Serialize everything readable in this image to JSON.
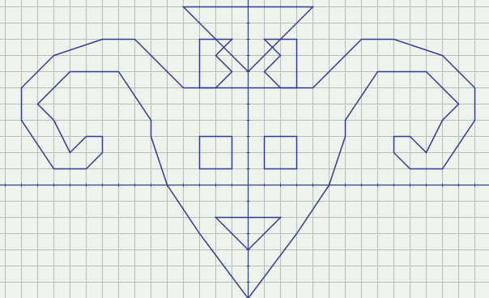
{
  "figure": {
    "background": "#eef3ec",
    "grid_color": "#b7beb9",
    "axis_color": "#2e3f86",
    "shape_color": "#333a96",
    "grid": true
  },
  "grid_units": {
    "x_range": [
      -15,
      15
    ],
    "y_range": [
      -7,
      11
    ],
    "tick_step": 1
  },
  "shapes": [
    {
      "name": "top-triangle",
      "points": [
        [
          -4,
          11
        ],
        [
          4,
          11
        ],
        [
          0,
          7
        ]
      ]
    },
    {
      "name": "left-arrow",
      "points": [
        [
          -3,
          9
        ],
        [
          -1,
          9
        ],
        [
          -2,
          8
        ],
        [
          -1,
          7
        ],
        [
          -2,
          6
        ],
        [
          -3,
          6
        ]
      ]
    },
    {
      "name": "right-arrow",
      "points": [
        [
          3,
          9
        ],
        [
          1,
          9
        ],
        [
          2,
          8
        ],
        [
          1,
          7
        ],
        [
          2,
          6
        ],
        [
          3,
          6
        ]
      ]
    },
    {
      "name": "face-outline",
      "points": [
        [
          -3,
          6
        ],
        [
          -4,
          6
        ],
        [
          -7,
          9
        ],
        [
          -9,
          9
        ],
        [
          -12,
          8
        ],
        [
          -14,
          6
        ],
        [
          -14,
          4
        ],
        [
          -12,
          1
        ],
        [
          -10,
          1
        ],
        [
          -9,
          2
        ],
        [
          -9,
          3
        ],
        [
          -10,
          3
        ],
        [
          -11,
          2
        ],
        [
          -12,
          4
        ],
        [
          -13,
          5
        ],
        [
          -11,
          7
        ],
        [
          -8,
          7
        ],
        [
          -6,
          4
        ],
        [
          -6,
          3
        ],
        [
          -5,
          0
        ],
        [
          -3,
          -3
        ],
        [
          0,
          -7
        ],
        [
          3,
          -3
        ],
        [
          5,
          0
        ],
        [
          6,
          3
        ],
        [
          6,
          4
        ],
        [
          8,
          7
        ],
        [
          11,
          7
        ],
        [
          13,
          5
        ],
        [
          12,
          4
        ],
        [
          11,
          2
        ],
        [
          10,
          3
        ],
        [
          9,
          3
        ],
        [
          9,
          2
        ],
        [
          10,
          1
        ],
        [
          12,
          1
        ],
        [
          14,
          4
        ],
        [
          14,
          6
        ],
        [
          12,
          8
        ],
        [
          9,
          9
        ],
        [
          7,
          9
        ],
        [
          4,
          6
        ],
        [
          3,
          6
        ]
      ]
    },
    {
      "name": "left-square",
      "points": [
        [
          -3,
          3
        ],
        [
          -1,
          3
        ],
        [
          -1,
          1
        ],
        [
          -3,
          1
        ]
      ]
    },
    {
      "name": "right-square",
      "points": [
        [
          1,
          3
        ],
        [
          3,
          3
        ],
        [
          3,
          1
        ],
        [
          1,
          1
        ]
      ]
    },
    {
      "name": "mouth-triangle",
      "points": [
        [
          -2,
          -2
        ],
        [
          2,
          -2
        ],
        [
          0,
          -4
        ]
      ]
    }
  ]
}
